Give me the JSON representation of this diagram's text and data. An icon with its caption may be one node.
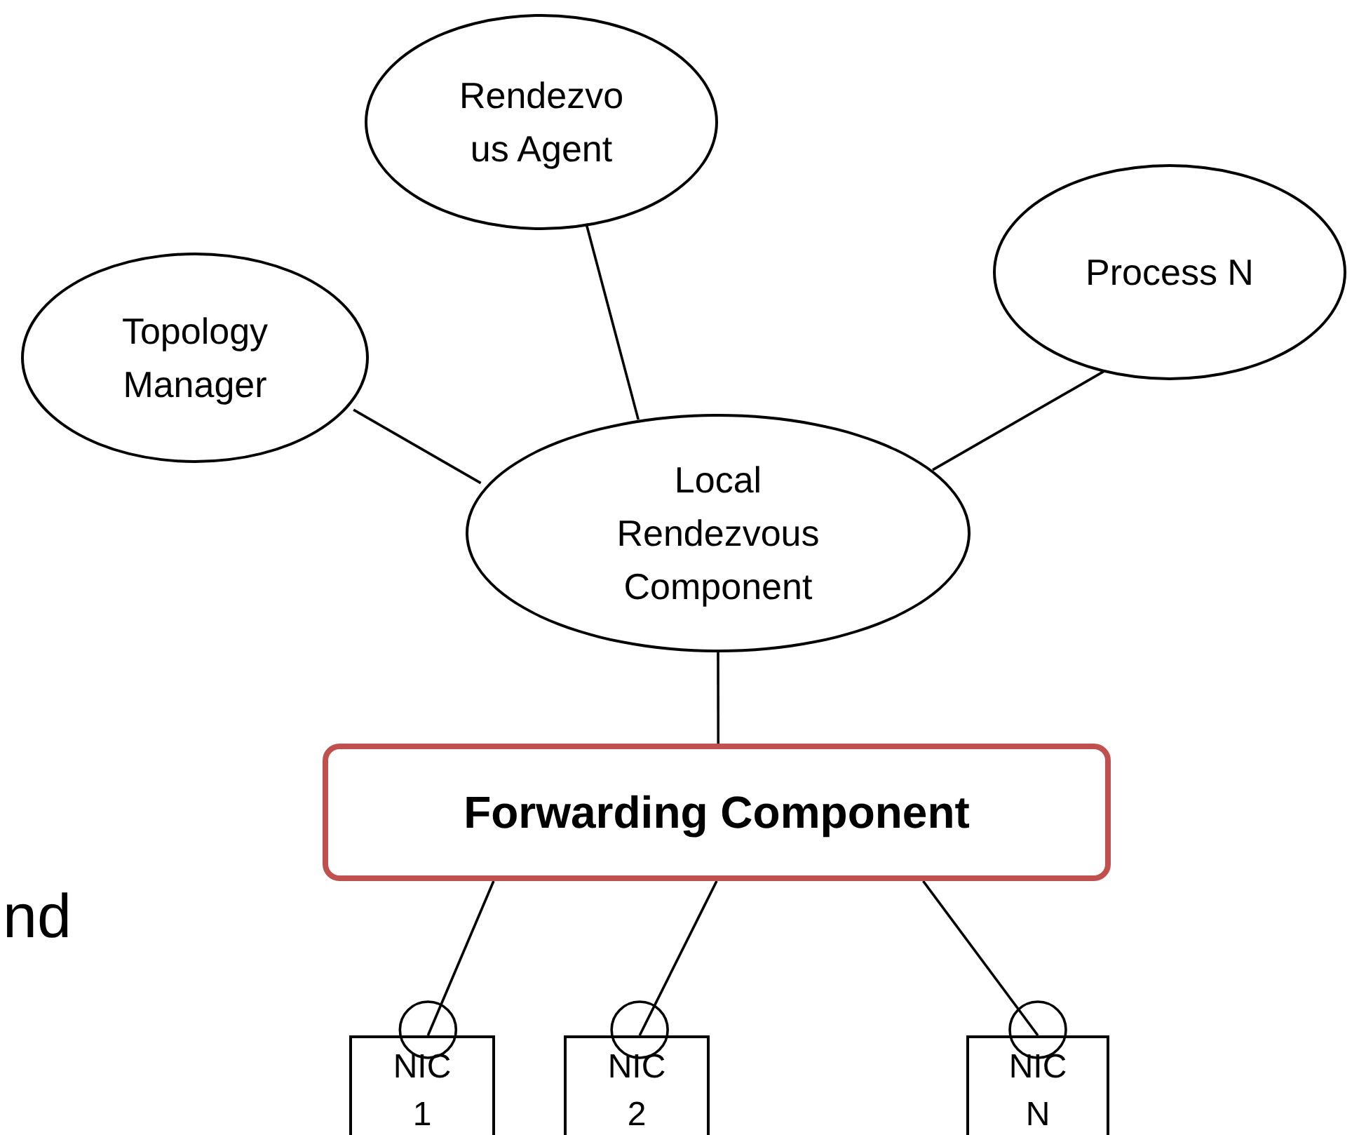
{
  "diagram": {
    "nodes": [
      {
        "text": [
          "Rendezvo us Agent"
        ]
      },
      {
        "text": [
          "Process N"
        ]
      },
      {
        "text": [
          "Topology Manager"
        ]
      },
      {
        "text": [
          "Local Rendezvous Component"
        ]
      },
      {
        "text": [
          "Forwarding Component"
        ]
      },
      {
        "text": [
          "NIC 1"
        ]
      },
      {
        "text": [
          "NIC 2"
        ]
      },
      {
        "text": [
          "NIC N"
        ]
      }
    ],
    "edges": [
      {
        "from": 2,
        "to": 3,
        "arrow": "none"
      },
      {
        "from": 0,
        "to": 3,
        "arrow": "none"
      },
      {
        "from": 1,
        "to": 3,
        "arrow": "none"
      },
      {
        "from": 3,
        "to": 4,
        "arrow": "none"
      },
      {
        "from": 4,
        "to": 5,
        "arrow": "none"
      },
      {
        "from": 4,
        "to": 6,
        "arrow": "none"
      },
      {
        "from": 4,
        "to": 7,
        "arrow": "none"
      }
    ],
    "labels": [
      "nd"
    ]
  }
}
